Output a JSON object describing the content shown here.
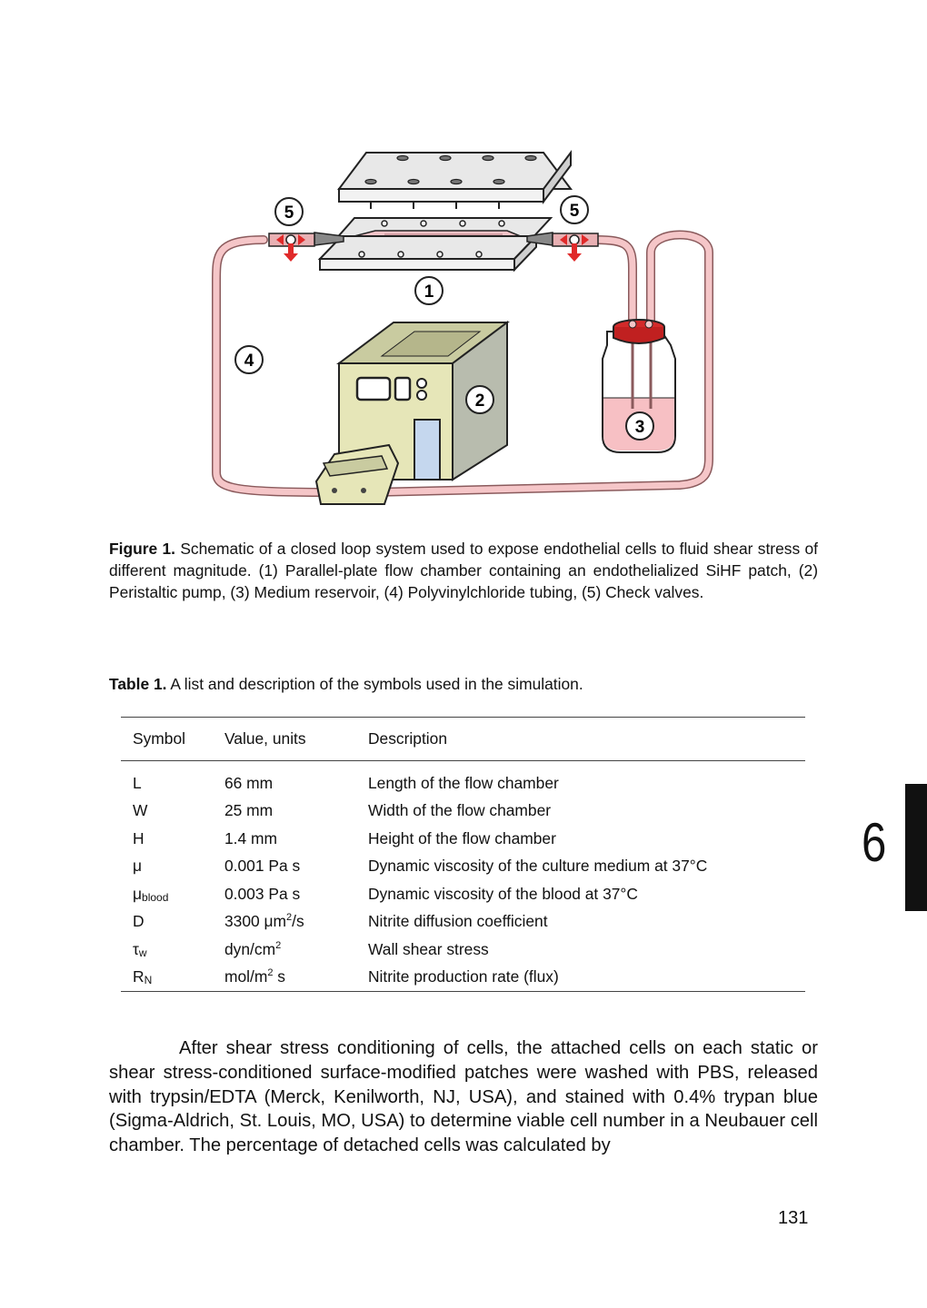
{
  "figure": {
    "labels": [
      "1",
      "2",
      "3",
      "4",
      "5",
      "5"
    ],
    "colors": {
      "tubing": "#f5c6c8",
      "pump_body": "#e6e6b8",
      "medium": "#f7c0c4",
      "cap": "#d32a2a",
      "valve_arrow": "#e02a2a"
    }
  },
  "figure_caption": {
    "label": "Figure 1.",
    "text": " Schematic of a closed loop system used to expose endothelial cells to fluid shear stress of different magnitude. (1) Parallel-plate flow chamber containing an endothelialized SiHF patch, (2) Peristaltic pump, (3) Medium reservoir, (4) Polyvinylchloride tubing, (5) Check valves."
  },
  "table_caption": {
    "label": "Table 1.",
    "text": " A list and description of the symbols used in the simulation."
  },
  "table": {
    "headers": [
      "Symbol",
      "Value, units",
      "Description"
    ],
    "rows": [
      {
        "symbol": "L",
        "value": "66 mm",
        "desc": "Length of the flow chamber"
      },
      {
        "symbol": "W",
        "value": "25 mm",
        "desc": "Width of the flow chamber"
      },
      {
        "symbol": "H",
        "value": "1.4 mm",
        "desc": "Height of the flow chamber"
      },
      {
        "symbol": "μ",
        "value": "0.001 Pa s",
        "desc": "Dynamic viscosity of the culture medium at 37°C"
      },
      {
        "symbol": "μ",
        "symbol_sub": "blood",
        "value": "0.003 Pa s",
        "desc": "Dynamic viscosity of the blood at 37°C"
      },
      {
        "symbol": "D",
        "value": "3300 μm",
        "value_sup": "2",
        "value_after": "/s",
        "desc": "Nitrite diffusion coefficient"
      },
      {
        "symbol": "τ",
        "symbol_sub": "w",
        "value": "dyn/cm",
        "value_sup": "2",
        "desc": "Wall shear stress"
      },
      {
        "symbol": "R",
        "symbol_sub": "N",
        "value": "mol/m",
        "value_sup": "2",
        "value_after": " s",
        "desc": "Nitrite production rate (flux)"
      }
    ]
  },
  "body_text": "After shear stress conditioning of cells, the attached cells on each static or shear stress-conditioned surface-modified patches were washed with PBS, released with trypsin/EDTA (Merck, Kenilworth, NJ, USA), and stained with 0.4% trypan blue (Sigma-Aldrich, St. Louis, MO, USA) to determine viable cell number in a Neubauer cell chamber. The percentage of detached cells was calculated by",
  "page_number": "131",
  "chapter_number": "6"
}
